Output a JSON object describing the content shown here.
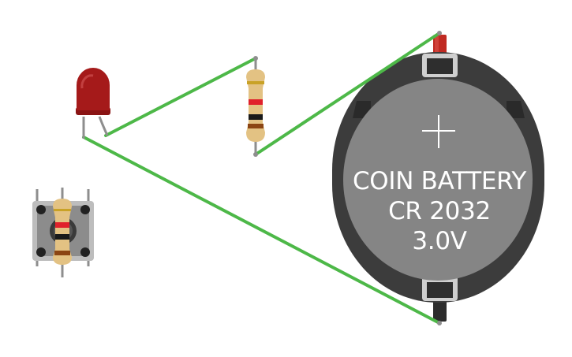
{
  "battery": {
    "title": "COIN BATTERY",
    "model": "CR 2032",
    "voltage": "3.0V",
    "polarity_symbol": "+",
    "body_color": "#808080",
    "rim_color": "#3a3a3a",
    "text_color": "#ffffff"
  },
  "wire": {
    "color": "#4db848"
  },
  "led": {
    "color": "#a01616",
    "icon": "led-icon"
  },
  "resistor": {
    "body_color": "#e7c78a",
    "bands": [
      "#e0212b",
      "#1a1a1a",
      "#8b4513",
      "#c9a227"
    ]
  },
  "pushbutton": {
    "icon": "pushbutton-icon",
    "body_color": "#8c8c8c"
  }
}
